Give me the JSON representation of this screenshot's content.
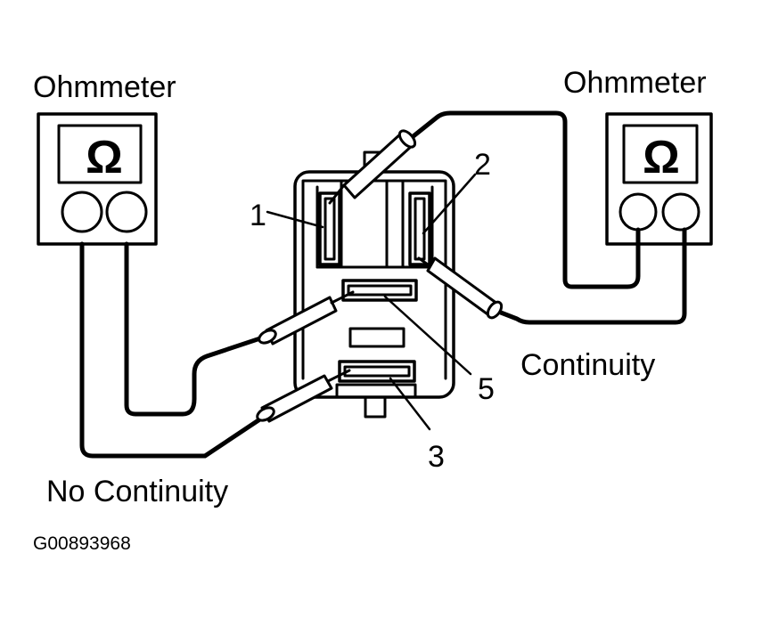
{
  "labels": {
    "meter_left": "Ohmmeter",
    "meter_right": "Ohmmeter",
    "omega": "Ω",
    "pin1": "1",
    "pin2": "2",
    "pin3": "3",
    "pin5": "5",
    "result_right": "Continuity",
    "result_left": "No Continuity",
    "figure_code": "G00893968"
  },
  "colors": {
    "ink": "#000000",
    "paper": "#ffffff"
  }
}
